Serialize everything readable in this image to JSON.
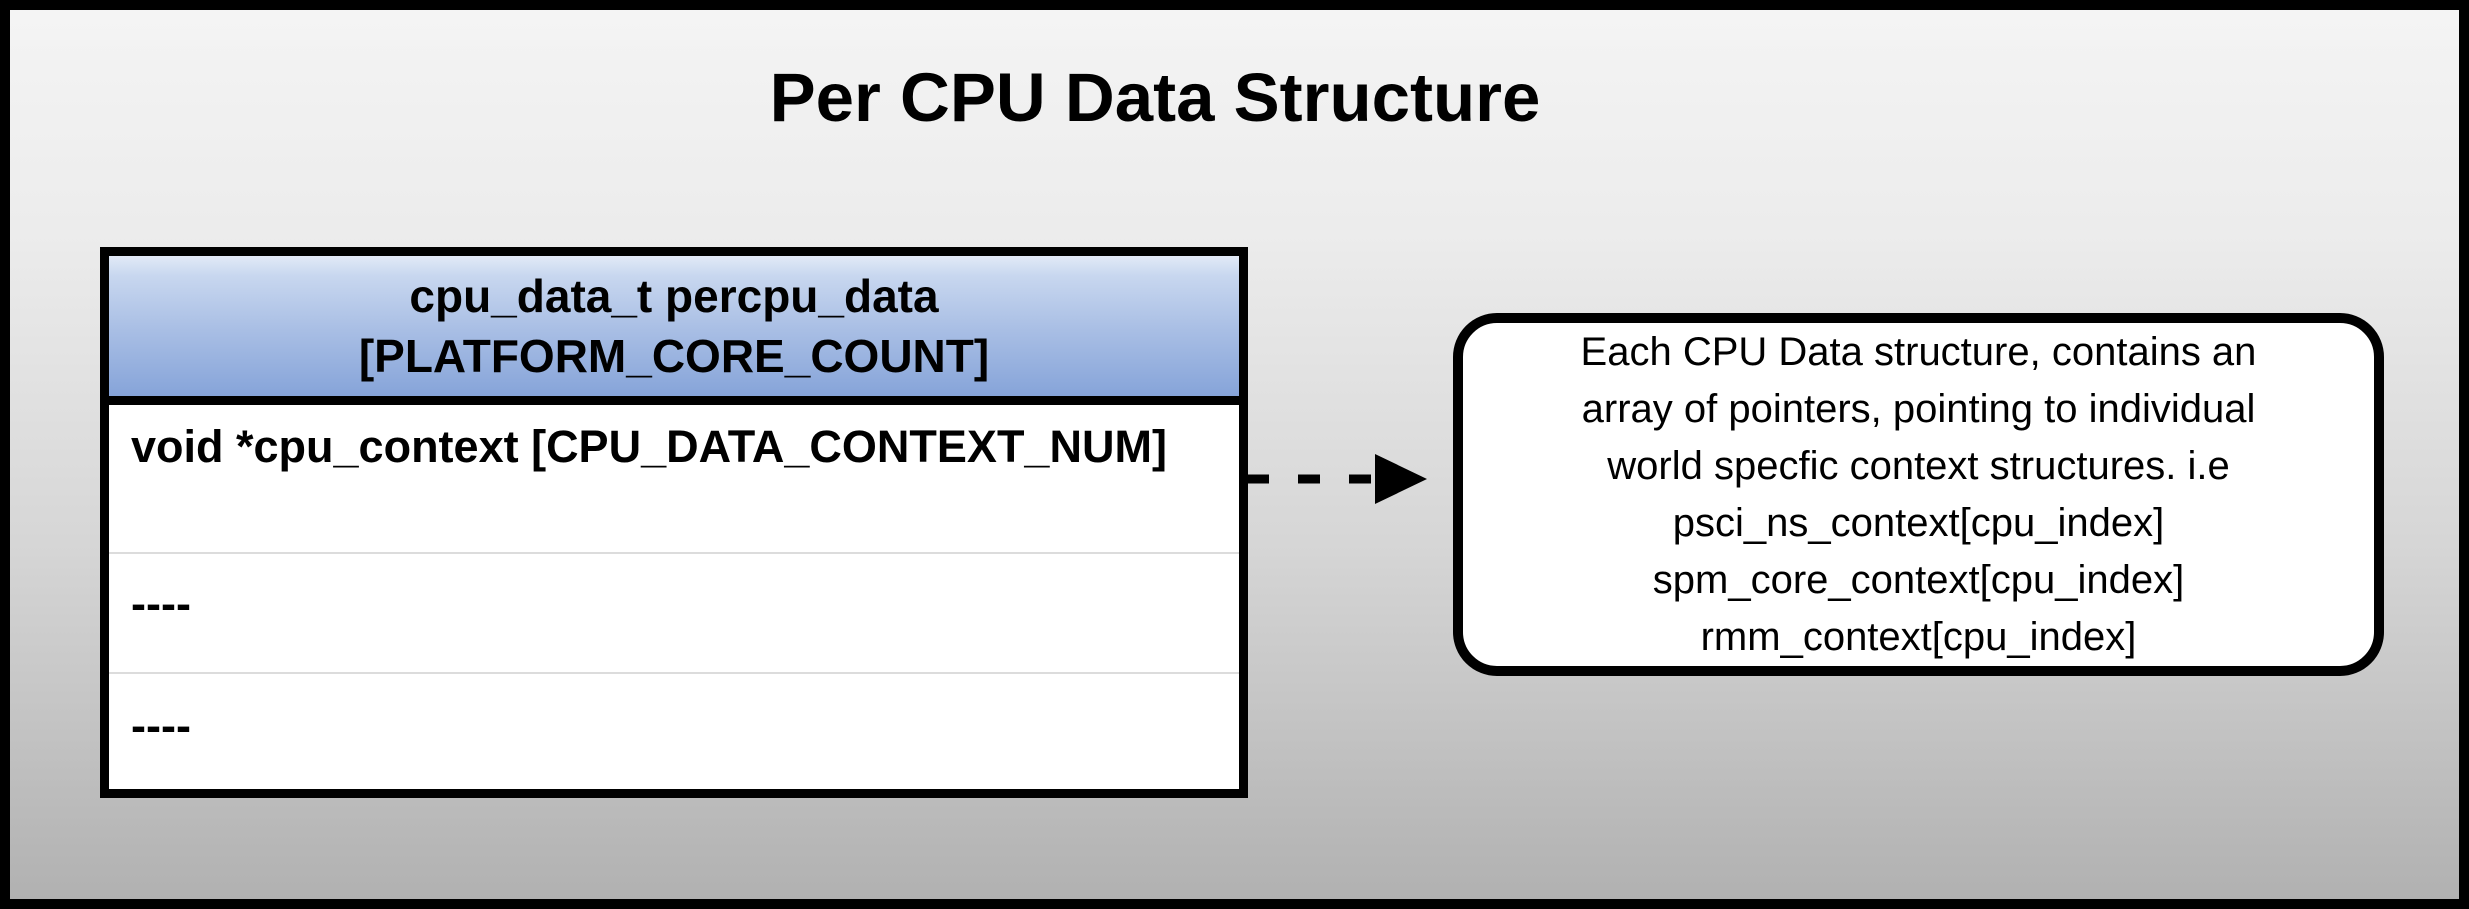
{
  "title": "Per CPU Data Structure",
  "table": {
    "header": {
      "line1": "cpu_data_t percpu_data",
      "line2": "[PLATFORM_CORE_COUNT]"
    },
    "rows": [
      {
        "text": "void *cpu_context [CPU_DATA_CONTEXT_NUM]"
      },
      {
        "text": "----"
      },
      {
        "text": "----"
      }
    ]
  },
  "callout": {
    "lines": [
      "Each CPU Data structure, contains an",
      "array of pointers, pointing to individual",
      "world specfic context structures. i.e",
      "psci_ns_context[cpu_index]",
      "spm_core_context[cpu_index]",
      "rmm_context[cpu_index]"
    ]
  },
  "colors": {
    "frame_border": "#000000",
    "background_top": "#f4f4f4",
    "background_bottom": "#b1b1b1",
    "header_gradient_top": "#c8d7ef",
    "header_gradient_bottom": "#86a4d9",
    "table_fill": "#ffffff",
    "row_separator": "#dcdcdc",
    "text": "#000000"
  },
  "icons": {
    "dashed_arrow": "right-arrow-dashed-connector"
  }
}
